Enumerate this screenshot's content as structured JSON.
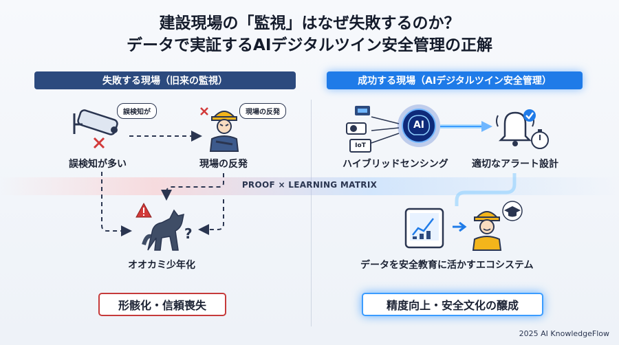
{
  "title": {
    "line1": "建設現場の「監視」はなぜ失敗するのか？",
    "line2": "データで実証するAIデジタルツイン安全管理の正解"
  },
  "left_panel": {
    "header": "失敗する現場（旧来の監視）",
    "camera": {
      "bubble": "誤検知が",
      "label": "誤検知が多い"
    },
    "worker": {
      "bubble": "現場の反発",
      "label": "現場の反発"
    },
    "wolf": {
      "label": "オオカミ少年化"
    },
    "result": "形骸化・信頼喪失"
  },
  "right_panel": {
    "header": "成功する現場（AIデジタルツイン安全管理）",
    "sensing": {
      "ai_text": "AI",
      "iot_text": "IoT",
      "label": "ハイブリッドセンシング"
    },
    "alert": {
      "label": "適切なアラート設計"
    },
    "education": {
      "label": "データを安全教育に活かすエコシステム"
    },
    "result": "精度向上・安全文化の醸成"
  },
  "matrix_label": "PROOF × LEARNING MATRIX",
  "footer": "2025 AI KnowledgeFlow",
  "colors": {
    "navy": "#2c4a7e",
    "blue": "#1f7be8",
    "red": "#c63a3a",
    "dark": "#2a3550",
    "worker_yellow": "#f3b51b"
  }
}
